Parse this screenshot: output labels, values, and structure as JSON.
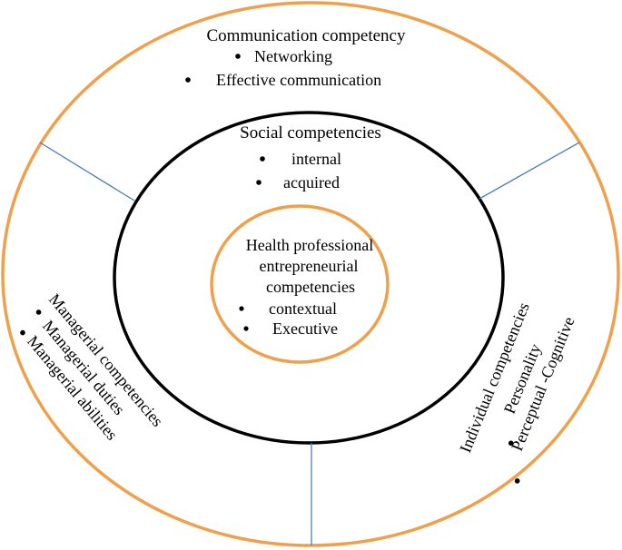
{
  "diagram": {
    "colors": {
      "outer_ring": "#F0A04B",
      "middle_ring": "#000000",
      "inner_ring": "#F0A04B",
      "dividers": "#4A7EBB",
      "text": "#000000"
    },
    "communication": {
      "title": "Communication competency",
      "items": [
        "Networking",
        "Effective communication"
      ]
    },
    "social": {
      "title": "Social competencies",
      "items": [
        "internal",
        "acquired"
      ]
    },
    "core": {
      "title_lines": [
        "Health professional",
        "entrepreneurial",
        "competencies"
      ],
      "items": [
        "contextual",
        "Executive"
      ]
    },
    "managerial": {
      "title": "Managerial competencies",
      "items": [
        "Managerial duties",
        "Managerial abilities"
      ]
    },
    "individual": {
      "title": "Individual competencies",
      "items": [
        "Personality",
        "Perceptual -Cognitive"
      ]
    }
  }
}
